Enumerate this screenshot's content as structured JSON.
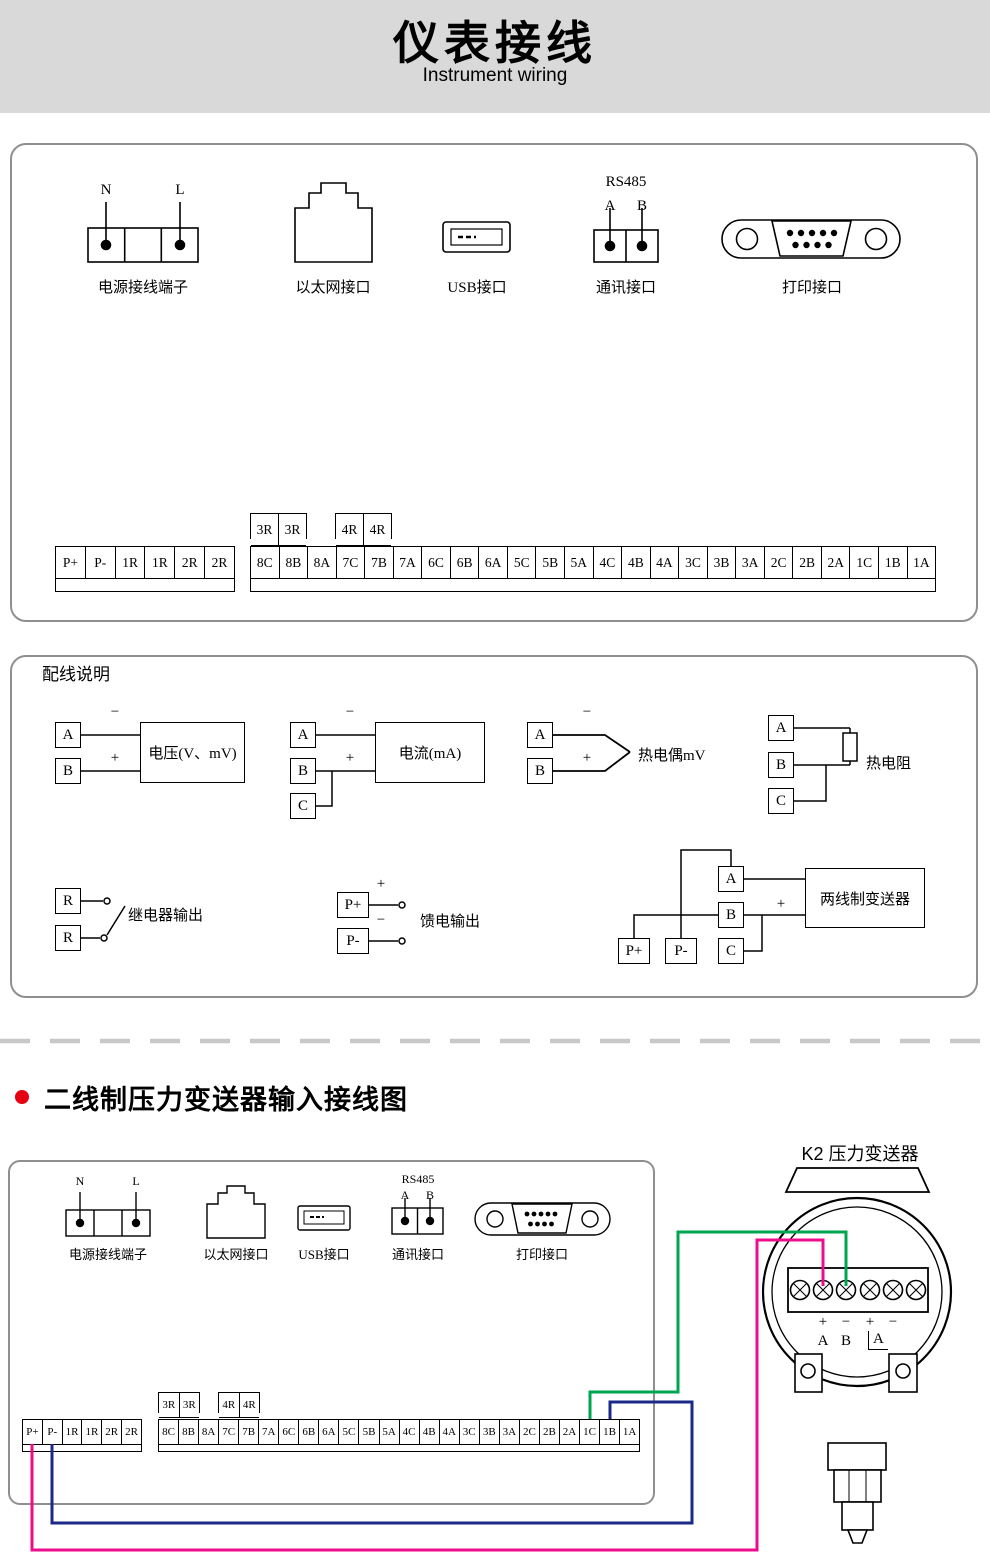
{
  "header": {
    "title": "仪表接线",
    "subtitle": "Instrument wiring"
  },
  "connectors": {
    "power": {
      "n": "N",
      "l": "L",
      "caption": "电源接线端子"
    },
    "ethernet": {
      "caption": "以太网接口"
    },
    "usb": {
      "caption": "USB接口"
    },
    "comm": {
      "title": "RS485",
      "a": "A",
      "b": "B",
      "caption": "通讯接口"
    },
    "printer": {
      "caption": "打印接口"
    }
  },
  "terminals": {
    "left": [
      "P+",
      "P-",
      "1R",
      "1R",
      "2R",
      "2R"
    ],
    "relay3": [
      "3R",
      "3R"
    ],
    "relay4": [
      "4R",
      "4R"
    ],
    "main": [
      "8C",
      "8B",
      "8A",
      "7C",
      "7B",
      "7A",
      "6C",
      "6B",
      "6A",
      "5C",
      "5B",
      "5A",
      "4C",
      "4B",
      "4A",
      "3C",
      "3B",
      "3A",
      "2C",
      "2B",
      "2A",
      "1C",
      "1B",
      "1A"
    ]
  },
  "wiring_panel": {
    "title": "配线说明",
    "voltage": {
      "a": "A",
      "b": "B",
      "label": "电压(V、mV)"
    },
    "current": {
      "a": "A",
      "b": "B",
      "c": "C",
      "label": "电流(mA)"
    },
    "thermocouple": {
      "a": "A",
      "b": "B",
      "label": "热电偶mV"
    },
    "rtd": {
      "a": "A",
      "b": "B",
      "c": "C",
      "label": "热电阻"
    },
    "relay": {
      "r1": "R",
      "r2": "R",
      "label": "继电器输出"
    },
    "feed": {
      "pplus": "P+",
      "pminus": "P-",
      "label": "馈电输出"
    },
    "transmitter": {
      "a": "A",
      "b": "B",
      "c": "C",
      "pplus": "P+",
      "pminus": "P-",
      "label": "两线制变送器"
    }
  },
  "symbols": {
    "plus": "+",
    "minus": "−"
  },
  "section2": {
    "title": "二线制压力变送器输入接线图",
    "bullet_color": "#e60012"
  },
  "k2": {
    "title": "K2 压力变送器",
    "polarity": [
      "+",
      "−",
      "+",
      "−"
    ],
    "pins": [
      "A",
      "B",
      "A"
    ],
    "wire_colors": {
      "green": "#00a550",
      "blue": "#1b2a88",
      "magenta": "#ec0c8c"
    }
  }
}
